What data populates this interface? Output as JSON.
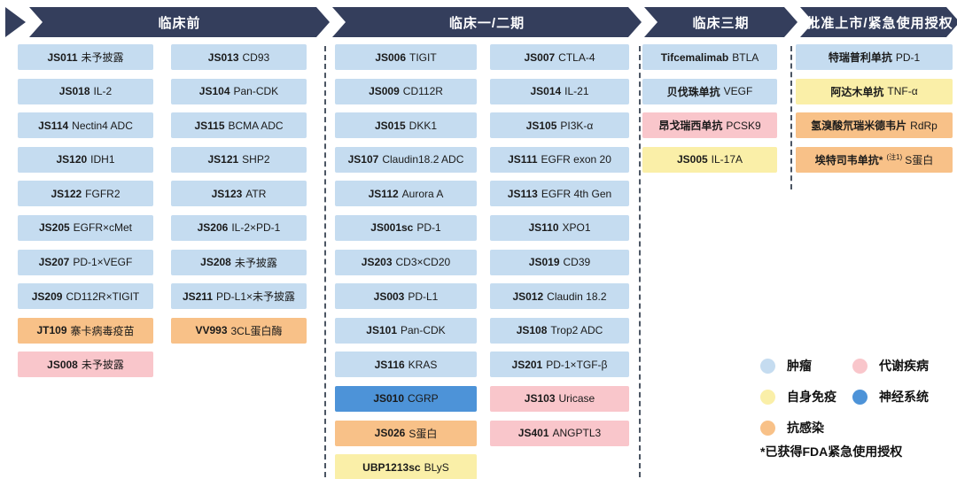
{
  "colors": {
    "header_navy": "#343E5C",
    "separator_gray": "#4b5563"
  },
  "categories": {
    "oncology": {
      "label": "肿瘤",
      "color": "#C5DCF0"
    },
    "metabolic": {
      "label": "代谢疾病",
      "color": "#F9C6CB"
    },
    "autoimmune": {
      "label": "自身免疫",
      "color": "#FAEFA8"
    },
    "neuro": {
      "label": "神经系统",
      "color": "#4D93D8"
    },
    "infection": {
      "label": "抗感染",
      "color": "#F8C188"
    }
  },
  "phases": [
    {
      "label": "临床前",
      "columns": [
        [
          {
            "code": "JS011",
            "target": "未予披露",
            "category": "oncology"
          },
          {
            "code": "JS018",
            "target": "IL-2",
            "category": "oncology"
          },
          {
            "code": "JS114",
            "target": "Nectin4 ADC",
            "category": "oncology"
          },
          {
            "code": "JS120",
            "target": "IDH1",
            "category": "oncology"
          },
          {
            "code": "JS122",
            "target": "FGFR2",
            "category": "oncology"
          },
          {
            "code": "JS205",
            "target": "EGFR×cMet",
            "category": "oncology"
          },
          {
            "code": "JS207",
            "target": "PD-1×VEGF",
            "category": "oncology"
          },
          {
            "code": "JS209",
            "target": "CD112R×TIGIT",
            "category": "oncology"
          },
          {
            "code": "JT109",
            "target": "寨卡病毒疫苗",
            "category": "infection"
          },
          {
            "code": "JS008",
            "target": "未予披露",
            "category": "metabolic"
          }
        ],
        [
          {
            "code": "JS013",
            "target": "CD93",
            "category": "oncology"
          },
          {
            "code": "JS104",
            "target": "Pan-CDK",
            "category": "oncology"
          },
          {
            "code": "JS115",
            "target": "BCMA ADC",
            "category": "oncology"
          },
          {
            "code": "JS121",
            "target": "SHP2",
            "category": "oncology"
          },
          {
            "code": "JS123",
            "target": "ATR",
            "category": "oncology"
          },
          {
            "code": "JS206",
            "target": "IL-2×PD-1",
            "category": "oncology"
          },
          {
            "code": "JS208",
            "target": "未予披露",
            "category": "oncology"
          },
          {
            "code": "JS211",
            "target": "PD-L1×未予披露",
            "category": "oncology"
          },
          {
            "code": "VV993",
            "target": "3CL蛋白酶",
            "category": "infection"
          }
        ]
      ]
    },
    {
      "label": "临床一/二期",
      "columns": [
        [
          {
            "code": "JS006",
            "target": "TIGIT",
            "category": "oncology"
          },
          {
            "code": "JS009",
            "target": "CD112R",
            "category": "oncology"
          },
          {
            "code": "JS015",
            "target": "DKK1",
            "category": "oncology"
          },
          {
            "code": "JS107",
            "target": "Claudin18.2 ADC",
            "category": "oncology"
          },
          {
            "code": "JS112",
            "target": "Aurora A",
            "category": "oncology"
          },
          {
            "code": "JS001sc",
            "target": "PD-1",
            "category": "oncology"
          },
          {
            "code": "JS203",
            "target": "CD3×CD20",
            "category": "oncology"
          },
          {
            "code": "JS003",
            "target": "PD-L1",
            "category": "oncology"
          },
          {
            "code": "JS101",
            "target": "Pan-CDK",
            "category": "oncology"
          },
          {
            "code": "JS116",
            "target": "KRAS",
            "category": "oncology"
          },
          {
            "code": "JS010",
            "target": "CGRP",
            "category": "neuro"
          },
          {
            "code": "JS026",
            "target": "S蛋白",
            "category": "infection"
          },
          {
            "code": "UBP1213sc",
            "target": "BLyS",
            "category": "autoimmune"
          }
        ],
        [
          {
            "code": "JS007",
            "target": "CTLA-4",
            "category": "oncology"
          },
          {
            "code": "JS014",
            "target": "IL-21",
            "category": "oncology"
          },
          {
            "code": "JS105",
            "target": "PI3K-α",
            "category": "oncology"
          },
          {
            "code": "JS111",
            "target": "EGFR exon 20",
            "category": "oncology"
          },
          {
            "code": "JS113",
            "target": "EGFR 4th Gen",
            "category": "oncology"
          },
          {
            "code": "JS110",
            "target": "XPO1",
            "category": "oncology"
          },
          {
            "code": "JS019",
            "target": "CD39",
            "category": "oncology"
          },
          {
            "code": "JS012",
            "target": "Claudin 18.2",
            "category": "oncology"
          },
          {
            "code": "JS108",
            "target": "Trop2 ADC",
            "category": "oncology"
          },
          {
            "code": "JS201",
            "target": "PD-1×TGF-β",
            "category": "oncology"
          },
          {
            "code": "JS103",
            "target": "Uricase",
            "category": "metabolic"
          },
          {
            "code": "JS401",
            "target": "ANGPTL3",
            "category": "metabolic"
          }
        ]
      ]
    },
    {
      "label": "临床三期",
      "columns": [
        [
          {
            "code": "Tifcemalimab",
            "target": "BTLA",
            "category": "oncology"
          },
          {
            "code": "贝伐珠单抗",
            "target": "VEGF",
            "category": "oncology"
          },
          {
            "code": "昂戈瑞西单抗",
            "target": "PCSK9",
            "category": "metabolic"
          },
          {
            "code": "JS005",
            "target": "IL-17A",
            "category": "autoimmune"
          }
        ]
      ]
    },
    {
      "label": "批准上市/紧急使用授权",
      "columns": [
        [
          {
            "code": "特瑞普利单抗",
            "target": "PD-1",
            "category": "oncology"
          },
          {
            "code": "阿达木单抗",
            "target": "TNF-α",
            "category": "autoimmune"
          },
          {
            "code": "氢溴酸氘瑞米德韦片",
            "target": "RdRp",
            "category": "infection"
          },
          {
            "code": "埃特司韦单抗*",
            "sup": "(注1)",
            "target": "S蛋白",
            "category": "infection"
          }
        ]
      ]
    }
  ],
  "legend": {
    "order": [
      "oncology",
      "metabolic",
      "autoimmune",
      "neuro",
      "infection"
    ],
    "footnote": "*已获得FDA紧急使用授权"
  }
}
